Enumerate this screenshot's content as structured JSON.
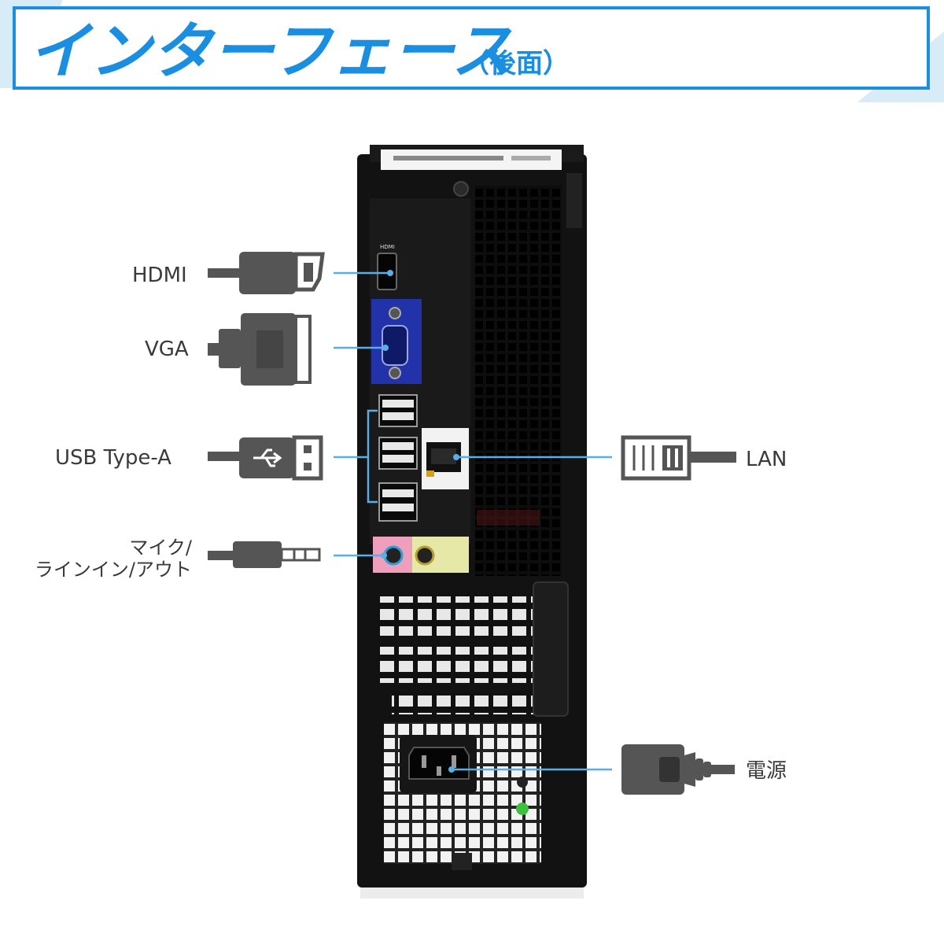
{
  "header": {
    "title": "インターフェース",
    "subtitle": "（後面）"
  },
  "labels": {
    "hdmi": "HDMI",
    "vga": "VGA",
    "usb": "USB Type-A",
    "audio_line1": "マイク/",
    "audio_line2": "ラインイン/アウト",
    "lan": "LAN",
    "power": "電源"
  },
  "colors": {
    "accent": "#1a8ee0",
    "title_text": "#1a8ee0",
    "leader_line": "#5aaee8",
    "label_text": "#3a3a3a",
    "connector_gray": "#555555",
    "chassis": "#121212",
    "vga_blue": "#2233aa",
    "audio_pink": "#ee9fbc",
    "audio_green": "#e6e8a8",
    "led_green": "#3fbf3f"
  },
  "icons": [
    "hdmi-plug-icon",
    "vga-plug-icon",
    "usb-plug-icon",
    "audio-plug-icon",
    "lan-plug-icon",
    "power-plug-icon"
  ]
}
